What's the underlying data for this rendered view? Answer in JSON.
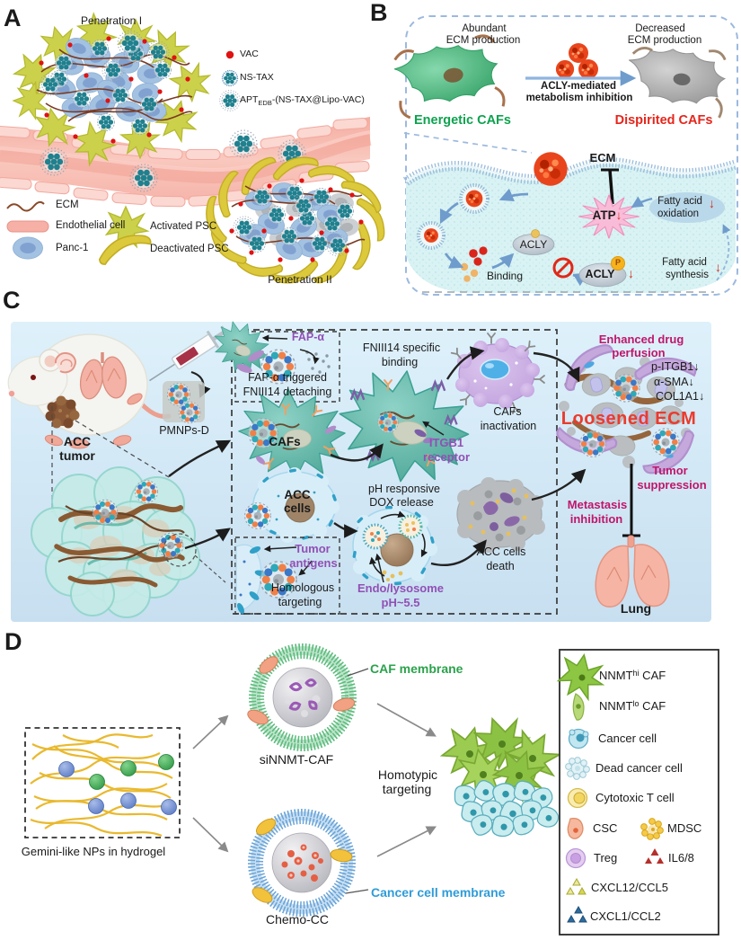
{
  "figure": {
    "panel_a": {
      "label": "A",
      "penetration_i": "Penetration I",
      "penetration_ii": "Penetration II",
      "legend_vac": "VAC",
      "legend_nstax": "NS-TAX",
      "legend_apt_pre": "APT",
      "legend_apt_sub": "EDB",
      "legend_apt_post": "-(NS-TAX@Lipo-VAC)",
      "legend_ecm": "ECM",
      "legend_endothelial": "Endothelial cell",
      "legend_panc1": "Panc-1",
      "legend_activated_psc": "Activated PSC",
      "legend_deactivated_psc": "Deactivated PSC"
    },
    "panel_b": {
      "label": "B",
      "abundant_l1": "Abundant",
      "abundant_l2": "ECM production",
      "decreased_l1": "Decreased",
      "decreased_l2": "ECM production",
      "acly_mediated_l1": "ACLY-mediated",
      "acly_mediated_l2": "metabolism inhibition",
      "energetic": "Energetic CAFs",
      "dispirited": "Dispirited CAFs",
      "ecm": "ECM",
      "atp": "ATP",
      "atp_arrow": "↓",
      "fatty_ox_l1": "Fatty acid",
      "fatty_ox_l2": "oxidation",
      "ox_arrow": "↓",
      "acly1": "ACLY",
      "binding": "Binding",
      "acly2": "ACLY",
      "p": "P",
      "acly2_arrow": "↓",
      "fatty_syn_l1": "Fatty acid",
      "fatty_syn_l2": "synthesis",
      "syn_arrow": "↓"
    },
    "panel_c": {
      "label": "C",
      "acc_tumor_l1": "ACC",
      "acc_tumor_l2": "tumor",
      "pmnps": "PMNPs-D",
      "fap_alpha": "FAP-α",
      "fap_trigger_l1": "FAP-α triggered",
      "fap_trigger_l2": "FNIII14 detaching",
      "fniii14_l1": "FNIII14 specific",
      "fniii14_l2": "binding",
      "cafs": "CAFs",
      "itgb1_l1": "ITGB1",
      "itgb1_l2": "receptor",
      "cafs_inact_l1": "CAFs",
      "cafs_inact_l2": "inactivation",
      "acc_cells_l1": "ACC",
      "acc_cells_l2": "cells",
      "ph_resp_l1": "pH responsive",
      "ph_resp_l2": "DOX release",
      "tumor_ant_l1": "Tumor",
      "tumor_ant_l2": "antigens",
      "homologous_l1": "Homologous",
      "homologous_l2": "targeting",
      "endo_l1": "Endo/lysosome",
      "endo_l2": "pH~5.5",
      "acc_death_l1": "ACC cells",
      "acc_death_l2": "death",
      "enhanced_l1": "Enhanced drug",
      "enhanced_l2": "perfusion",
      "marker1": "p-ITGB1↓",
      "marker2": "α-SMA↓",
      "marker3": "COL1A1↓",
      "loosened": "Loosened ECM",
      "tumor_sup_l1": "Tumor",
      "tumor_sup_l2": "suppression",
      "metastasis_l1": "Metastasis",
      "metastasis_l2": "inhibition",
      "lung": "Lung"
    },
    "panel_d": {
      "label": "D",
      "gemini": "Gemini-like NPs in hydrogel",
      "sinnmt": "siNNMT-CAF",
      "caf_membrane": "CAF membrane",
      "chemo_cc": "Chemo-CC",
      "cancer_membrane": "Cancer cell membrane",
      "homotypic_l1": "Homotypic",
      "homotypic_l2": "targeting",
      "legend": {
        "nnmt_hi_pre": "NNMT",
        "nnmt_hi_sup": "hi",
        "nnmt_hi_post": " CAF",
        "nnmt_lo_pre": "NNMT",
        "nnmt_lo_sup": "lo",
        "nnmt_lo_post": " CAF",
        "cancer_cell": "Cancer cell",
        "dead_cancer": "Dead cancer cell",
        "cytotoxic": "Cytotoxic T cell",
        "csc": "CSC",
        "mdsc": "MDSC",
        "treg": "Treg",
        "il68": "IL6/8",
        "cxcl12": "CXCL12/CCL5",
        "cxcl1": "CXCL1/CCL2"
      }
    },
    "colors": {
      "magenta_accent": "#c0156b",
      "red_accent": "#e5261c",
      "loosened_red": "#ea3b2e",
      "green_accent": "#0ea24f",
      "caf_membrane_green": "#2ba24c",
      "cancer_membrane_blue": "#2f9cd8",
      "purple_accent": "#9150b5",
      "panel_c_bg": "#d5eaf7",
      "vessel_pink": "#f6b2a8"
    }
  }
}
